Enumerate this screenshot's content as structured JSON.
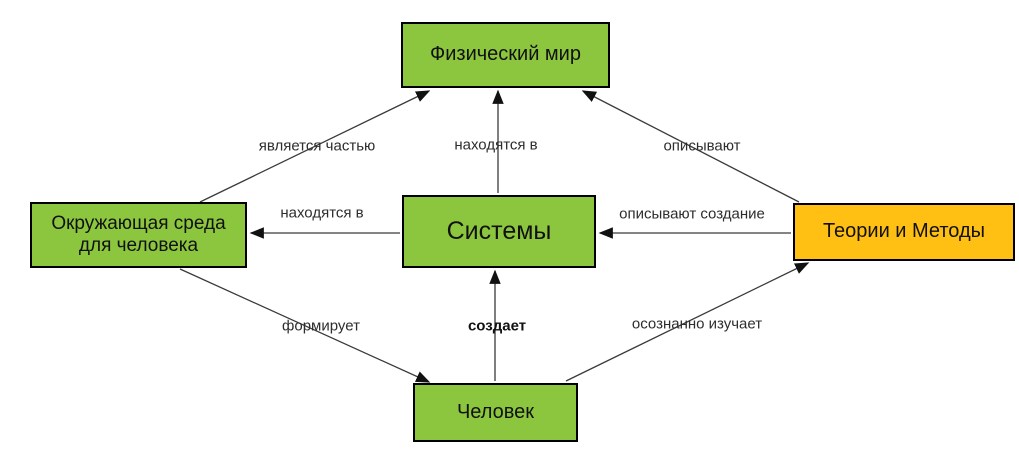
{
  "diagram": {
    "nodes": {
      "physical_world": {
        "label": "Физический мир",
        "color": "#8CC63E"
      },
      "environment": {
        "label": "Окружающая среда для человека",
        "color": "#8CC63E"
      },
      "systems": {
        "label": "Системы",
        "color": "#8CC63E"
      },
      "theories": {
        "label": "Теории и Методы",
        "color": "#FFC013"
      },
      "human": {
        "label": "Человек",
        "color": "#8CC63E"
      }
    },
    "edges": [
      {
        "from": "environment",
        "to": "physical_world",
        "label": "является частью"
      },
      {
        "from": "systems",
        "to": "physical_world",
        "label": "находятся в"
      },
      {
        "from": "theories",
        "to": "physical_world",
        "label": "описывают"
      },
      {
        "from": "systems",
        "to": "environment",
        "label": "находятся в"
      },
      {
        "from": "theories",
        "to": "systems",
        "label": "описывают создание"
      },
      {
        "from": "environment",
        "to": "human",
        "label": "формирует"
      },
      {
        "from": "human",
        "to": "systems",
        "label": "создает"
      },
      {
        "from": "human",
        "to": "theories",
        "label": "осознанно изучает"
      }
    ],
    "colors": {
      "node_green": "#8CC63E",
      "node_orange": "#FFC013",
      "border": "#000000",
      "arrow": "#3A3A3A"
    }
  }
}
